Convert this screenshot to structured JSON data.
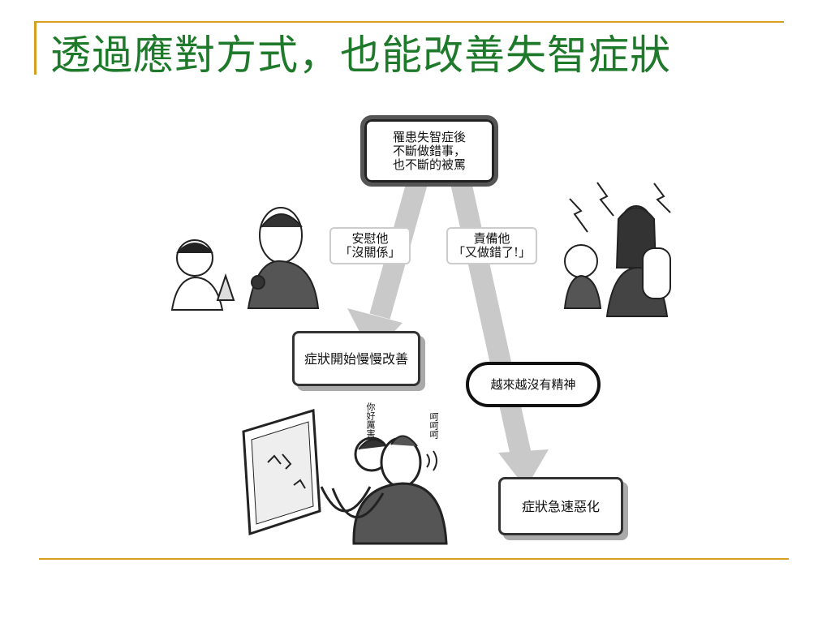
{
  "slide": {
    "title": "透過應對方式，也能改善失智症狀",
    "accent_color": "#d8a021",
    "title_color": "#1e7a2a"
  },
  "diagram": {
    "top_box": "罹患失智症後\n不斷做錯事，\n也不斷的被罵",
    "left_label": "安慰他\n「沒關係」",
    "right_label": "責備他\n「又做錯了!」",
    "left_result": "症狀開始慢慢改善",
    "right_mid": "越來越沒有精神",
    "right_result": "症狀急速惡化",
    "speech_left": "你好厲害",
    "speech_right": "呵呵呵"
  }
}
